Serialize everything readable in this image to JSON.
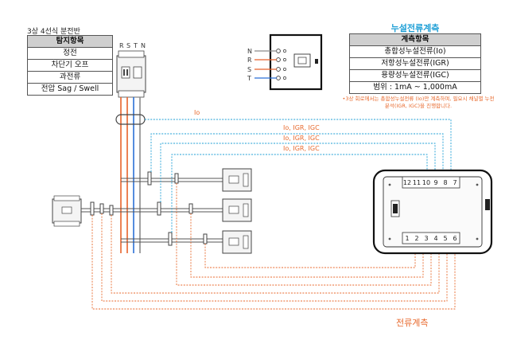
{
  "panel": {
    "title": "3상 4선식 분전반",
    "detect_header": "탐지항목",
    "detect_items": [
      "정전",
      "차단기 오프",
      "과전류",
      "전압 Sag / Swell"
    ],
    "phase_labels": [
      "R",
      "S",
      "T",
      "N"
    ]
  },
  "measurement": {
    "title": "누설전류계측",
    "header": "계측항목",
    "items": [
      "총합성누설전류(Io)",
      "저항성누설전류(IGR)",
      "용량성누설전류(IGC)",
      "범위 : 1mA ~ 1,000mA"
    ]
  },
  "note": "•3상 회로에서는 총합성누설전류 (Io)만 계측하며, 필요시 채널별 누전분석(IGR, IGC)을 진행합니다.",
  "device_phase_labels": [
    "N",
    "R",
    "S",
    "T"
  ],
  "wire_labels": [
    "Io",
    "Io, IGR, IGC",
    "Io, IGR, IGC",
    "Io, IGR, IGC"
  ],
  "terminals_top": [
    "12",
    "11",
    "10",
    "9",
    "8",
    "7"
  ],
  "terminals_bottom": [
    "1",
    "2",
    "3",
    "4",
    "5",
    "6"
  ],
  "bottom_label": "전류계측",
  "colors": {
    "R": "#e8622a",
    "S": "#e8622a",
    "T": "#2b6fd6",
    "N": "#8a8a8a",
    "measure_line": "#1e9fd6",
    "current_line": "#e86a2e",
    "box_header": "#cfcfcf"
  }
}
